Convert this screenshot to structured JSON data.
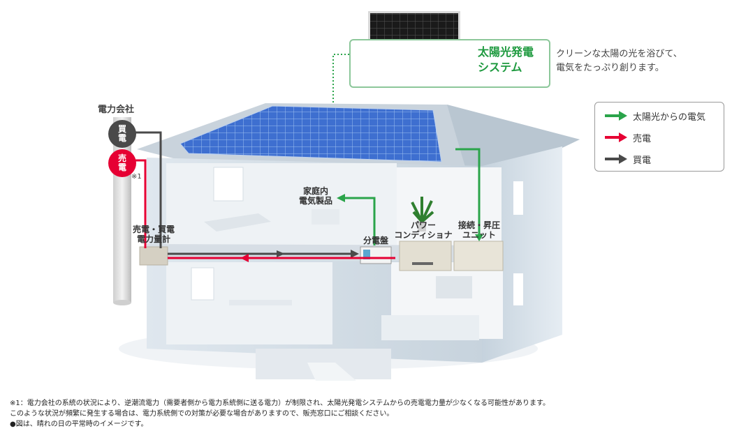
{
  "solar_system": {
    "title_line1": "太陽光発電",
    "title_line2": "システム",
    "desc_line1": "クリーンな太陽の光を浴びて、",
    "desc_line2": "電気をたっぷり創ります。"
  },
  "utility": {
    "title": "電力会社",
    "buy_badge": "買\n電",
    "sell_badge": "売\n電",
    "note_mark": "※1"
  },
  "components": {
    "meter_line1": "売電・買電",
    "meter_line2": "電力量計",
    "appliances_line1": "家庭内",
    "appliances_line2": "電気製品",
    "panel": "分電盤",
    "conditioner_line1": "パワー",
    "conditioner_line2": "コンディショナ",
    "junction_line1": "接続・昇圧",
    "junction_line2": "ユニット"
  },
  "legend": {
    "items": [
      {
        "label": "太陽光からの電気",
        "color": "#2aa44a"
      },
      {
        "label": "売電",
        "color": "#e60033"
      },
      {
        "label": "買電",
        "color": "#4a4a4a"
      }
    ]
  },
  "footnotes": {
    "line1": "※1：電力会社の系統の状況により、逆潮流電力（需要者側から電力系統側に送る電力）が制限され、太陽光発電システムからの売電電力量が少なくなる可能性があります。",
    "line2": "このような状況が頻繁に発生する場合は、電力系統側での対策が必要な場合がありますので、販売窓口にご相談ください。",
    "line3": "●図は、晴れの日の平常時のイメージです。"
  },
  "colors": {
    "solar_green": "#2aa44a",
    "sell_red": "#e60033",
    "buy_gray": "#4a4a4a"
  }
}
